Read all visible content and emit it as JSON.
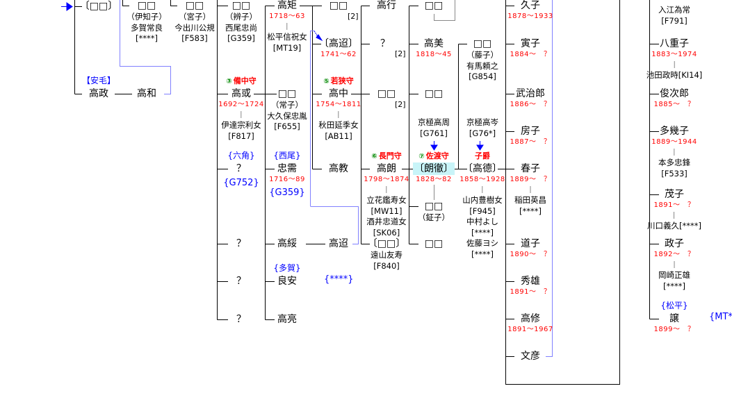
{
  "colors": {
    "line": "#000000",
    "link": "#8080ff",
    "title": "#ff0000",
    "family": "#0000ff",
    "years": "#ff0000",
    "highlight": "#c8f4f8"
  },
  "nodes": [
    {
      "name": "〔□□〕"
    },
    {
      "pre": "【安毛】",
      "name": "高政"
    },
    {
      "name": "高和"
    },
    {
      "name": "□□",
      "lines": [
        "（伊知子）",
        "多賀常良",
        "[****]"
      ]
    },
    {
      "name": "□□",
      "lines": [
        "（宮子）",
        "今出川公規",
        "[F583]"
      ]
    },
    {
      "name": "□□",
      "lines": [
        "（辨子）",
        "西尾忠尚",
        "[G359]"
      ]
    },
    {
      "pre_num": "③",
      "pre": "備中守",
      "name": "高或",
      "years": "1692〜1724",
      "lines": [
        "伊達宗利女",
        "[F817]"
      ]
    },
    {
      "pre": "{六角}",
      "name": "？",
      "note": "{G752}"
    },
    {
      "name": "？"
    },
    {
      "name": "？"
    },
    {
      "name": "？"
    },
    {
      "name": "高矩",
      "years": "1718〜63",
      "lines": [
        "松平信祝女",
        "[MT19]"
      ]
    },
    {
      "name": "□□",
      "lines": [
        "（常子）",
        "大久保忠胤",
        "[F655]"
      ]
    },
    {
      "pre": "{西尾}",
      "name": "忠需",
      "years": "1716〜89",
      "note": "{G359}"
    },
    {
      "name": "高綏"
    },
    {
      "pre": "{多賀}",
      "name": "良安",
      "side": "{****}"
    },
    {
      "name": "高亮"
    },
    {
      "name": "□□",
      "side": "[2]"
    },
    {
      "name": "〔高迢〕",
      "years": "1741〜62"
    },
    {
      "pre_num": "⑤",
      "pre": "若狭守",
      "name": "高中",
      "years": "1754〜1811",
      "lines": [
        "秋田延季女",
        "[AB11]"
      ]
    },
    {
      "name": "高教"
    },
    {
      "name": "高迢"
    },
    {
      "name": "高行"
    },
    {
      "name": "？",
      "side": "[2]"
    },
    {
      "name": "□□",
      "side": "[2]"
    },
    {
      "pre_num": "⑥",
      "pre": "長門守",
      "name": "高朗",
      "years": "1798〜1874",
      "lines": [
        "立花鑑寿女",
        "[MW11]",
        "酒井忠道女",
        "[SK06]"
      ]
    },
    {
      "name": "〔□□〕",
      "lines": [
        "遠山友寿",
        "[F840]"
      ]
    },
    {
      "name": "□□"
    },
    {
      "name": "高美",
      "years": "1818〜45"
    },
    {
      "name": "□□"
    },
    {
      "lines": [
        "京極高周",
        "[G761]"
      ]
    },
    {
      "pre_num": "⑦",
      "pre": "佐渡守",
      "name": "〔朗徹〕",
      "years": "1828〜82",
      "highlight": true
    },
    {
      "name": "□□",
      "lines": [
        "（鉦子）"
      ]
    },
    {
      "name": "□□"
    },
    {
      "name": "□□",
      "lines": [
        "（藤子）",
        "有馬頼之",
        "[G854]"
      ]
    },
    {
      "lines": [
        "京極高岑",
        "[G76*]"
      ]
    },
    {
      "pre": "子爵",
      "name": "〔高德〕",
      "years": "1858〜1928",
      "lines": [
        "山内豊樹女",
        "[F945]",
        "中村よし",
        "[****]",
        "佐藤ヨシ",
        "[****]"
      ]
    },
    {
      "name": "久子",
      "years": "1878〜1933"
    },
    {
      "name": "寅子",
      "years": "1884〜　？"
    },
    {
      "name": "武治郎",
      "years": "1886〜　？"
    },
    {
      "name": "房子",
      "years": "1887〜　？"
    },
    {
      "name": "春子",
      "years": "1889〜　？",
      "lines": [
        "稲田英昌",
        "[****]"
      ]
    },
    {
      "name": "道子",
      "years": "1890〜　？"
    },
    {
      "name": "秀雄",
      "years": "1891〜　？"
    },
    {
      "name": "高修",
      "years": "1891〜1967"
    },
    {
      "name": "文彦"
    },
    {
      "lines": [
        "入江為常",
        "[F791]"
      ]
    },
    {
      "name": "八重子",
      "years": "1883〜1974",
      "lines": [
        "池田政時[KI14]"
      ]
    },
    {
      "name": "俊次郎",
      "years": "1885〜　？"
    },
    {
      "name": "多幾子",
      "years": "1889〜1944",
      "lines": [
        "本多忠鋒",
        "[F533]"
      ]
    },
    {
      "name": "茂子",
      "years": "1891〜　？",
      "lines": [
        "川口義久[****]"
      ]
    },
    {
      "name": "政子",
      "years": "1892〜　？",
      "lines": [
        "岡崎正雄",
        "[****]"
      ]
    },
    {
      "pre": "{松平}",
      "name": "譲",
      "years": "1899〜　？",
      "side": "{MT**}"
    }
  ]
}
